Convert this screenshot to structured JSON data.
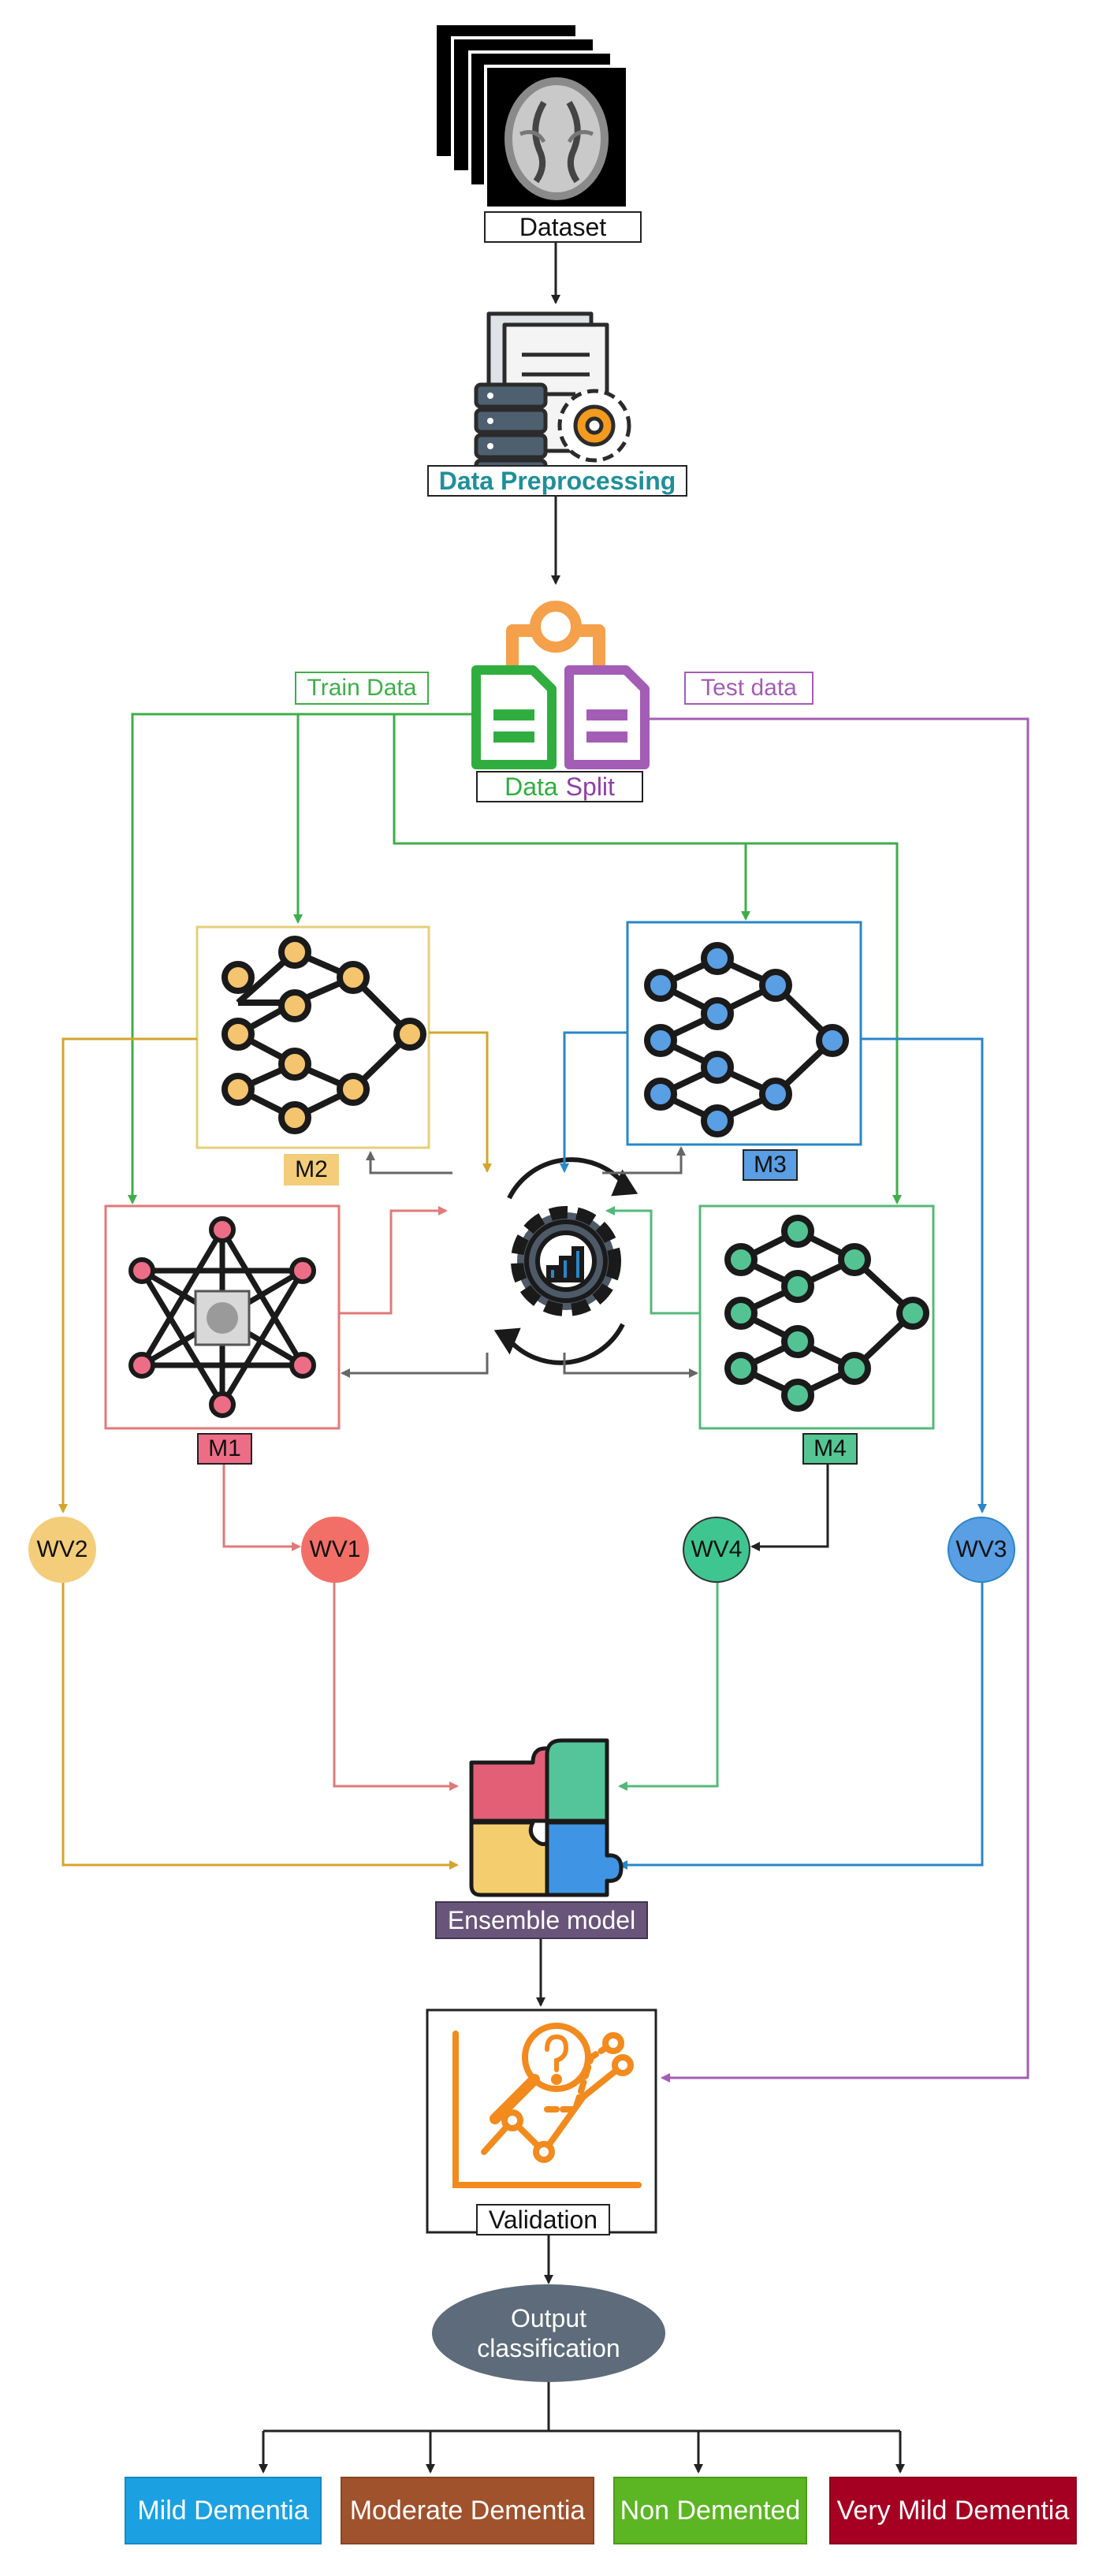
{
  "nodes": {
    "dataset": "Dataset",
    "preprocessing": "Data Preprocessing",
    "split_word1": "Data",
    "split_word2": "Split",
    "train": "Train Data",
    "test": "Test data",
    "m1": "M1",
    "m2": "M2",
    "m3": "M3",
    "m4": "M4",
    "wv1": "WV1",
    "wv2": "WV2",
    "wv3": "WV3",
    "wv4": "WV4",
    "ensemble": "Ensemble model",
    "validation": "Validation",
    "output_line1": "Output",
    "output_line2": "classification"
  },
  "outputs": [
    "Mild Dementia",
    "Moderate Dementia",
    "Non Demented",
    "Very Mild Dementia"
  ],
  "colors": {
    "train_green": "#3fae4a",
    "test_purple": "#a35db5",
    "m1_red": "#e07a7a",
    "m2_yellow": "#d4a52c",
    "m3_blue": "#2a86c8",
    "m4_green": "#55b878",
    "teal_text": "#1f8f9a",
    "ensemble_bg": "#6a557a",
    "output_oval": "#5e6b7a",
    "mild": "#1ba1e2",
    "moderate": "#a0522d",
    "non": "#5cb623",
    "very_mild": "#a50021"
  }
}
